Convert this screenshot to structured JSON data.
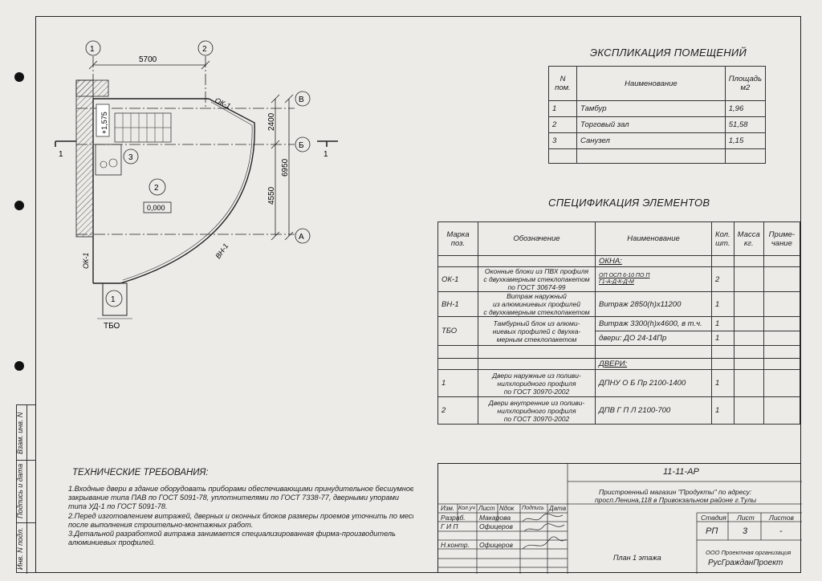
{
  "expl": {
    "title": "ЭКСПЛИКАЦИЯ ПОМЕЩЕНИЙ",
    "head_num": "N",
    "head_num2": "пом.",
    "head_name": "Наименование",
    "head_area": "Площадь",
    "head_area2": "м2",
    "rows": [
      {
        "n": "1",
        "name": "Тамбур",
        "area": "1,96"
      },
      {
        "n": "2",
        "name": "Торговый зал",
        "area": "51,58"
      },
      {
        "n": "3",
        "name": "Санузел",
        "area": "1,15"
      }
    ]
  },
  "spec": {
    "title": "СПЕЦИФИКАЦИЯ ЭЛЕМЕНТОВ",
    "h_mark": "Марка",
    "h_mark2": "поз.",
    "h_desig": "Обозначение",
    "h_name": "Наименование",
    "h_qty": "Кол.",
    "h_qty2": "шт.",
    "h_mass": "Масса",
    "h_mass2": "кг.",
    "h_note": "Приме-",
    "h_note2": "чание",
    "sec_windows": "ОКНА:",
    "r1_mark": "ОК-1",
    "r1_desig": "Оконные блоки из ПВХ профиля\nс двухкамерным стеклопакетом\nпо ГОСТ 30674-99",
    "r1_name": "ОП ОСП 6-10 ПО П\nГ1-А-Д-К-Д-М",
    "r1_qty": "2",
    "r2_mark": "ВН-1",
    "r2_desig": "Витраж наружный\nиз алюминиевых профилей\nс двухкамерным стеклопакетом",
    "r2_name": "Витраж 2850(h)х11200",
    "r2_qty": "1",
    "r3_mark": "ТБО",
    "r3_desig": "Тамбурный блок из алюми-\nниевых профилей с двухка-\nмерным стеклопакетом",
    "r3_name": "Витраж 3300(h)х4600, в т.ч.",
    "r3_qty": "1",
    "r3b_name": "двери: ДО 24-14Пр",
    "r3b_qty": "1",
    "sec_doors": "ДВЕРИ:",
    "r4_mark": "1",
    "r4_desig": "Двери наружные из поливи-\nнилхлоридного профиля\nпо ГОСТ 30970-2002",
    "r4_name": "ДПНУ О Б Пр 2100-1400",
    "r4_qty": "1",
    "r5_mark": "2",
    "r5_desig": "Двери внутренние из поливи-\nнилхлоридного профиля\nпо ГОСТ 30970-2002",
    "r5_name": "ДПВ Г П Л 2100-700",
    "r5_qty": "1"
  },
  "tech": {
    "title": "ТЕХНИЧЕСКИЕ ТРЕБОВАНИЯ:",
    "l1": "1.Входные двери в здание оборудовать приборами обеспечивающими принудительное бесшумное",
    "l2": "закрывание типа ПАВ по ГОСТ 5091-78, уплотнителями по ГОСТ 7338-77, дверными упорами",
    "l3": "типа УД-1 по ГОСТ 5091-78.",
    "l4": "2.Перед изготовлением витражей, дверных и оконных блоков размеры проемов уточнить по месту",
    "l5": "после выполнения строительно-монтажных работ.",
    "l6": "3.Детальной разработкой  витража занимается специализированная фирма-производитель",
    "l7": "алюминиевых профилей."
  },
  "stamp": {
    "code": "11-11-АР",
    "project1": "Пристроенный магазин \"Продукты\" по адресу:",
    "project2": "просп.Ленина,118 в Привокзальном районе г.Тулы",
    "c_izm": "Изм.",
    "c_kol": "Кол.уч",
    "c_list": "Лист",
    "c_ndok": "Nдок",
    "c_podp": "Подпись",
    "c_data": "Дата",
    "razrab": "Разраб.",
    "razrab_name": "Макарова",
    "gip": "Г И П",
    "gip_name": "Офицеров",
    "nkontr": "Н.контр.",
    "nkontr_name": "Офицеров",
    "h_stadia": "Стадия",
    "h_list": "Лист",
    "h_listov": "Листов",
    "stadia": "РП",
    "list": "3",
    "listov": "-",
    "sheet_title": "План 1 этажа",
    "org1": "ООО Проектная организация",
    "org2": "РусГражданПроект"
  },
  "side": {
    "vzam": "Взам. инв. N",
    "podp": "Подпись и дата",
    "inv": "Инв. N подл."
  },
  "plan": {
    "axis1": "1",
    "axis2": "2",
    "axisA": "А",
    "axisB": "Б",
    "axisV": "В",
    "dim_5700": "5700",
    "dim_2400": "2400",
    "dim_4550": "4550",
    "dim_6950": "6950",
    "lvl_top": "+1,575",
    "lvl_zero": "0,000",
    "room1": "1",
    "room2": "2",
    "room3": "3",
    "ok1a": "ОК-1",
    "ok1b": "ОК-1",
    "vn1": "ВН-1",
    "tbo": "ТБО",
    "cut1": "1",
    "cut2": "1"
  }
}
